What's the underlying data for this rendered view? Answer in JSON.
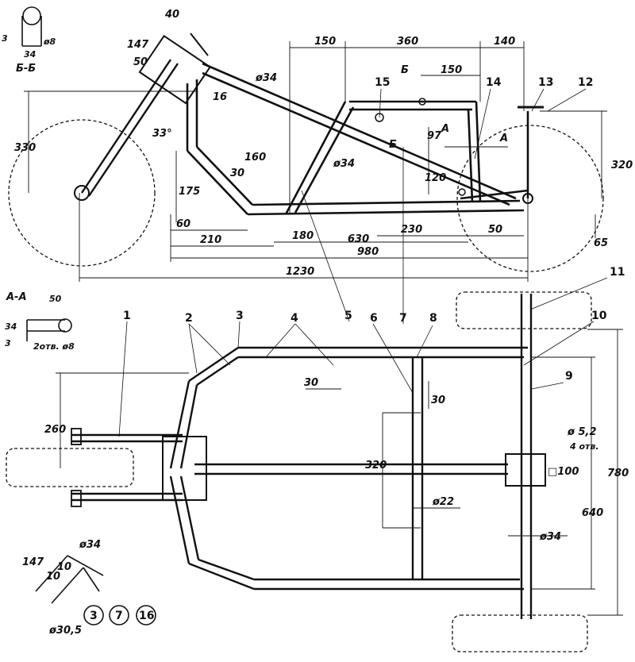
{
  "section_bb": {
    "title": "Б-Б",
    "dims": [
      "3",
      "34",
      "ø8"
    ]
  },
  "section_aa": {
    "title": "А-А",
    "dims": [
      "50",
      "34",
      "3",
      "2отв. ø8"
    ]
  },
  "side_view": {
    "dims": {
      "d147": "147",
      "d40": "40",
      "d50": "50",
      "d16": "16",
      "d34dia": "ø34",
      "d150": "150",
      "d360": "360",
      "d140": "140",
      "d150b": "150",
      "d330": "330",
      "d33deg": "33°",
      "d97": "97",
      "d120": "120",
      "d320": "320",
      "d160": "160",
      "d30": "30",
      "d175": "175",
      "d34b": "ø34",
      "d60": "60",
      "d210": "210",
      "d180": "180",
      "d630": "630",
      "d230": "230",
      "d50b": "50",
      "d65": "65",
      "d980": "980",
      "d1230": "1230"
    },
    "section_marks": {
      "b": "Б",
      "b2": "Б",
      "a": "А",
      "a2": "А"
    },
    "parts": {
      "p15": "15",
      "p14": "14",
      "p13": "13",
      "p12": "12"
    }
  },
  "top_view": {
    "parts": {
      "p1": "1",
      "p2": "2",
      "p3": "3",
      "p4": "4",
      "p5": "5",
      "p6": "6",
      "p7": "7",
      "p8": "8",
      "p9": "9",
      "p10": "10",
      "p11": "11"
    },
    "dims": {
      "d260": "260",
      "d30": "30",
      "d30b": "30",
      "d320": "320",
      "d22": "ø22",
      "d52": "ø 5,2",
      "d4otv": "4 отв.",
      "d100": "□100",
      "d640": "640",
      "d780": "780",
      "d34": "ø34"
    }
  },
  "detail": {
    "dims": {
      "d147": "147",
      "d34": "ø34",
      "d10a": "10",
      "d10b": "10",
      "d305": "ø30,5"
    },
    "parts": [
      "3",
      "7",
      "16"
    ]
  }
}
